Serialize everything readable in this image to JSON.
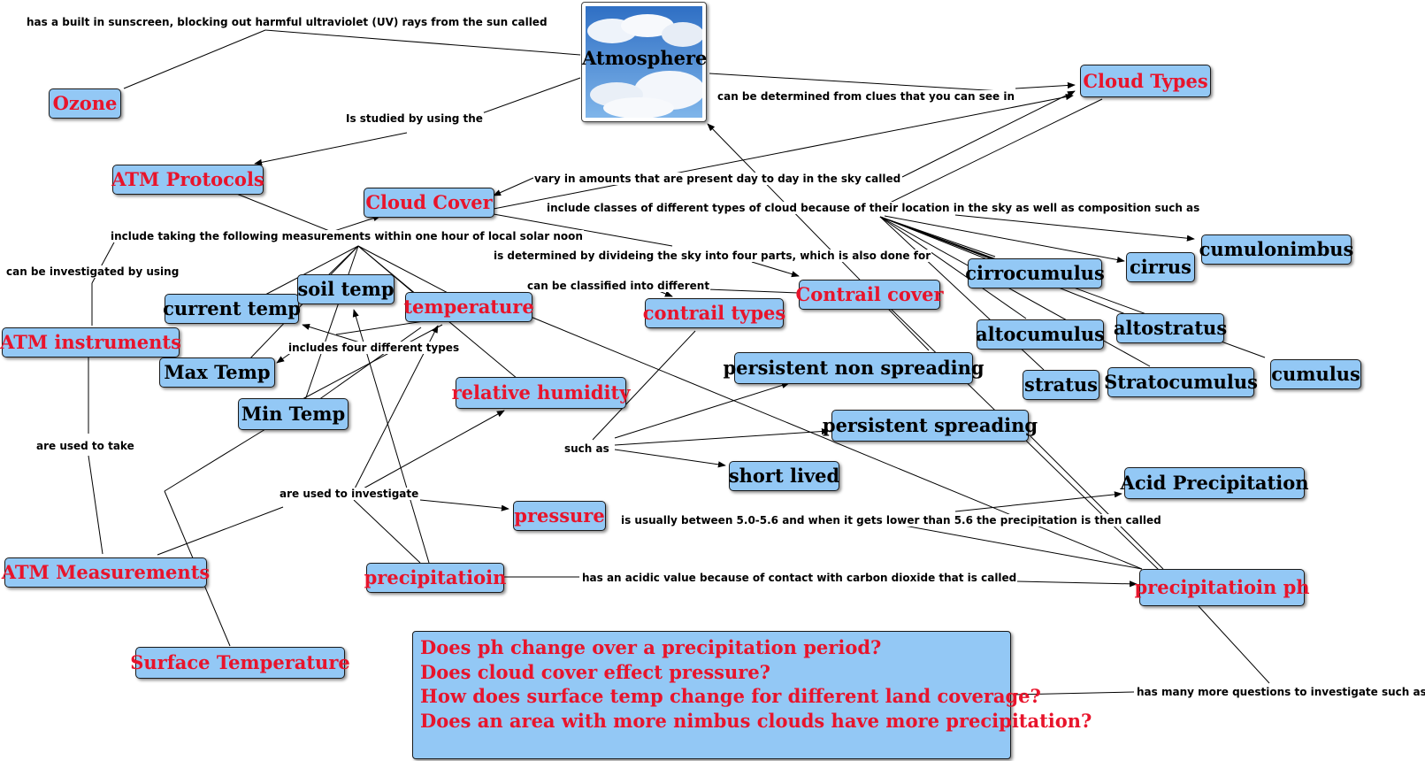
{
  "root": {
    "label": "Atmosphere"
  },
  "concepts": {
    "ozone": "Ozone",
    "cloud_types": "Cloud Types",
    "atm_protocols": "ATM Protocols",
    "cloud_cover": "Cloud Cover",
    "atm_instruments": "ATM instruments",
    "current_temp": "current temp",
    "soil_temp": "soil temp",
    "temperature": "temperature",
    "contrail_types": "contrail types",
    "contrail_cover": "Contrail cover",
    "cirrocumulus": "cirrocumulus",
    "cirrus": "cirrus",
    "cumulonimbus": "cumulonimbus",
    "altocumulus": "altocumulus",
    "altostratus": "altostratus",
    "stratus": "stratus",
    "stratocumulus": "Stratocumulus",
    "cumulus": "cumulus",
    "max_temp": "Max Temp",
    "min_temp": "Min Temp",
    "relative_humidity": "relative humidity",
    "persistent_non_spreading": "persistent non spreading",
    "persistent_spreading": "persistent spreading",
    "short_lived": "short lived",
    "acid_precipitation": "Acid Precipitation",
    "pressure": "pressure",
    "atm_measurements": "ATM Measurements",
    "precipitation": "precipitatioin",
    "precipitation_ph": "precipitatioin ph",
    "surface_temperature": "Surface Temperature"
  },
  "link_labels": {
    "sunscreen": "has a built in sunscreen, blocking out harmful ultraviolet (UV) rays from the sun called",
    "clues": "can be determined from clues that you can see in",
    "studied_by": "Is studied by using the",
    "vary_amounts": "vary in amounts that are present day to day in the sky called",
    "include_classes": "include classes of different types of cloud because of their location in the sky as well as composition such as",
    "include_measurements": "include taking the following measurements within one hour of local solar noon",
    "investigated_by": "can be investigated by using",
    "dividing_sky": "is determined by divideing the sky into four parts, which is also done for",
    "classified_into": "can be classified into different",
    "four_types": "includes four different types",
    "used_to_take": "are used to take",
    "such_as": "such as",
    "used_to_investigate": "are used to investigate",
    "usually_between": "is usually between 5.0-5.6 and when it gets lower than 5.6 the precipitation is then called",
    "acidic_value": "has an acidic value because of contact with carbon dioxide that is called",
    "more_questions": "has many more questions to investigate such as"
  },
  "questions": [
    "Does ph change over a precipitation period?",
    "Does cloud cover effect pressure?",
    "How does surface temp change for different land coverage?",
    "Does an area with more nimbus clouds have more precipitation?"
  ],
  "colors": {
    "node_fill": "#93c8f5",
    "concept_red": "#e8142b",
    "concept_black": "#000000",
    "line": "#000000"
  }
}
